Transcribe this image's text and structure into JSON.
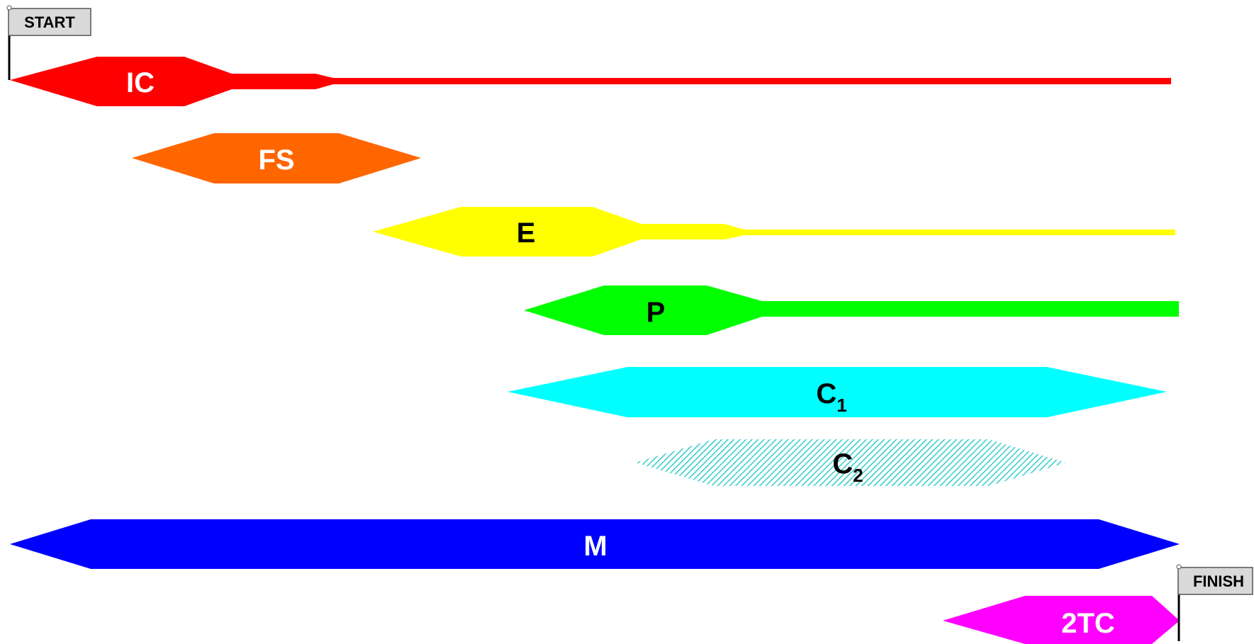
{
  "flags": {
    "start": {
      "label": "START"
    },
    "finish": {
      "label": "FINISH"
    }
  },
  "bars": [
    {
      "id": "ic",
      "label": "IC",
      "sub": "",
      "color": "#ff0000",
      "text_color": "#ffffff",
      "style": "solid"
    },
    {
      "id": "fs",
      "label": "FS",
      "sub": "",
      "color": "#ff6600",
      "text_color": "#ffffff",
      "style": "solid"
    },
    {
      "id": "e",
      "label": "E",
      "sub": "",
      "color": "#ffff00",
      "text_color": "#000000",
      "style": "solid"
    },
    {
      "id": "p",
      "label": "P",
      "sub": "",
      "color": "#00ff00",
      "text_color": "#000000",
      "style": "solid"
    },
    {
      "id": "c1",
      "label": "C",
      "sub": "1",
      "color": "#00ffff",
      "text_color": "#000000",
      "style": "solid"
    },
    {
      "id": "c2",
      "label": "C",
      "sub": "2",
      "color": "#33cccc",
      "text_color": "#000000",
      "style": "hatched"
    },
    {
      "id": "m",
      "label": "M",
      "sub": "",
      "color": "#0000ff",
      "text_color": "#ffffff",
      "style": "solid"
    },
    {
      "id": "2tc",
      "label": "2TC",
      "sub": "",
      "color": "#ff00ff",
      "text_color": "#ffffff",
      "style": "solid"
    }
  ]
}
